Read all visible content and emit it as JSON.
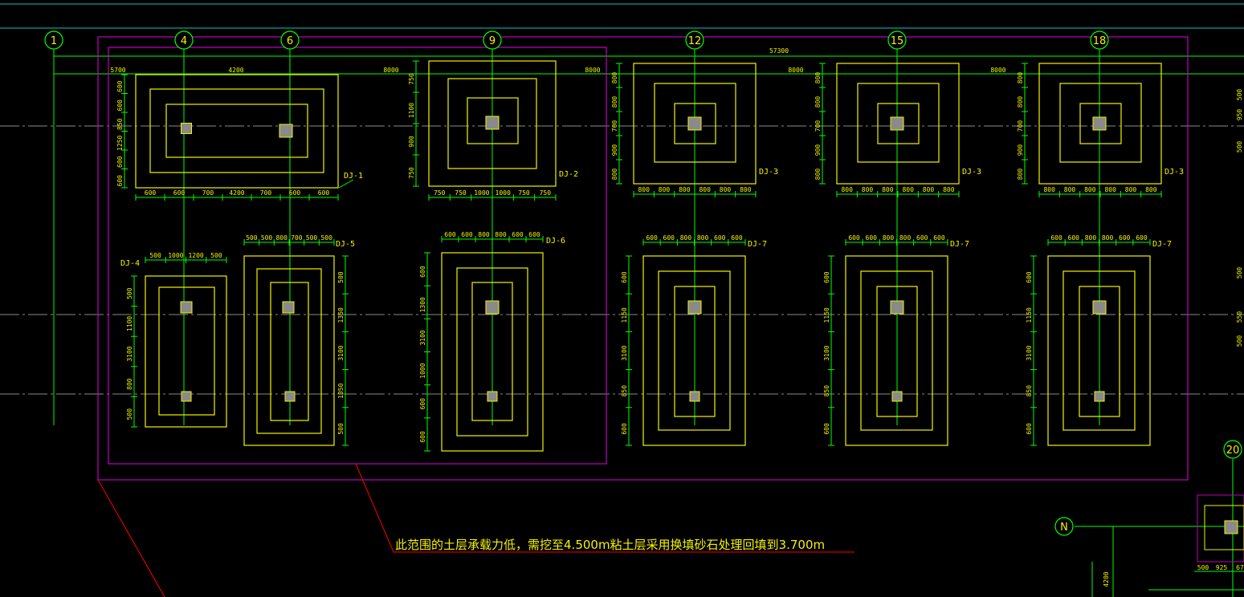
{
  "drawing": {
    "axis_labels": [
      "1",
      "4",
      "6",
      "9",
      "12",
      "15",
      "18",
      "20",
      "N"
    ],
    "total_dimension": "57300",
    "bay_dimensions": [
      "5700",
      "4200",
      "8000",
      "8000",
      "8000",
      "8000"
    ],
    "footings": {
      "dj1": {
        "label": "DJ-1",
        "bottom_dims": [
          "600",
          "600",
          "700",
          "4200",
          "700",
          "600",
          "600"
        ],
        "left_dims": [
          "600",
          "600",
          "850",
          "1250",
          "600",
          "600"
        ]
      },
      "dj2": {
        "label": "DJ-2",
        "bottom_dims": [
          "750",
          "750",
          "1000",
          "1000",
          "750",
          "750"
        ],
        "left_dims": [
          "750",
          "1100",
          "900",
          "750"
        ]
      },
      "dj3": {
        "label": "DJ-3",
        "bottom_dims": [
          "800",
          "800",
          "800",
          "800",
          "800",
          "800"
        ],
        "left_dims": [
          "800",
          "800",
          "700",
          "900",
          "800"
        ]
      },
      "dj4": {
        "label": "DJ-4",
        "top_dims": [
          "500",
          "1000",
          "1200",
          "500"
        ],
        "left_dims": [
          "500",
          "1100",
          "3100",
          "800",
          "500"
        ]
      },
      "dj5": {
        "label": "DJ-5",
        "top_dims": [
          "500",
          "500",
          "800",
          "700",
          "500",
          "500"
        ],
        "right_dims": [
          "500",
          "1350",
          "3100",
          "1050",
          "500"
        ]
      },
      "dj6": {
        "label": "DJ-6",
        "top_dims": [
          "600",
          "600",
          "800",
          "800",
          "600",
          "600"
        ],
        "left_dims": [
          "600",
          "1300",
          "3100",
          "1000",
          "600",
          "600"
        ]
      },
      "dj7": {
        "label": "DJ-7",
        "top_dims": [
          "600",
          "600",
          "800",
          "800",
          "600",
          "600"
        ],
        "left_dims": [
          "600",
          "1150",
          "3100",
          "850",
          "600"
        ]
      }
    },
    "side_dims": [
      "500",
      "950",
      "500",
      "500",
      "550",
      "500"
    ],
    "bottom_right_dims": [
      "500",
      "925",
      "67"
    ],
    "vertical_dim": "4200",
    "note": "此范围的土层承载力低，需挖至4.500m粘土层采用换填砂石处理回填到3.700m",
    "colors": {
      "background": "#000000",
      "axis": "#00ff00",
      "footing": "#f3f300",
      "zone": "#c000c0",
      "leader": "#ff0000",
      "column": "#8a8a8a",
      "top_line": "#00c8c8"
    }
  }
}
